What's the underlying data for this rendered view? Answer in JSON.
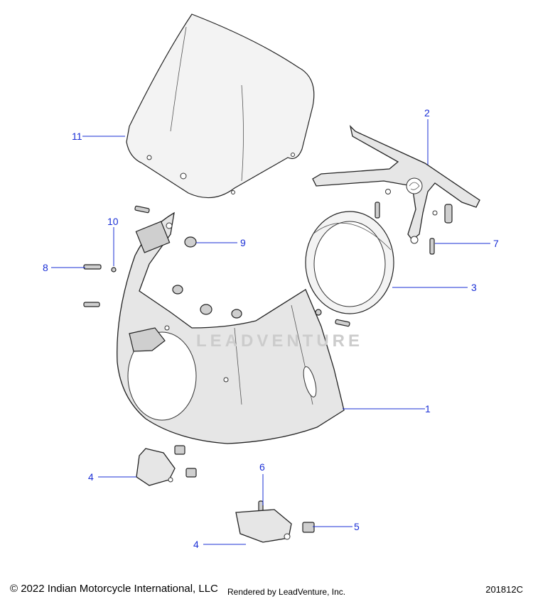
{
  "diagram": {
    "watermark": "LEADVENTURE",
    "callouts": [
      "1",
      "2",
      "3",
      "4",
      "4",
      "5",
      "6",
      "7",
      "8",
      "9",
      "10",
      "11"
    ]
  },
  "footer": {
    "copyright": "© 2022 Indian Motorcycle International, LLC",
    "rendered_by": "Rendered by LeadVenture, Inc.",
    "diagram_id": "201812C"
  }
}
